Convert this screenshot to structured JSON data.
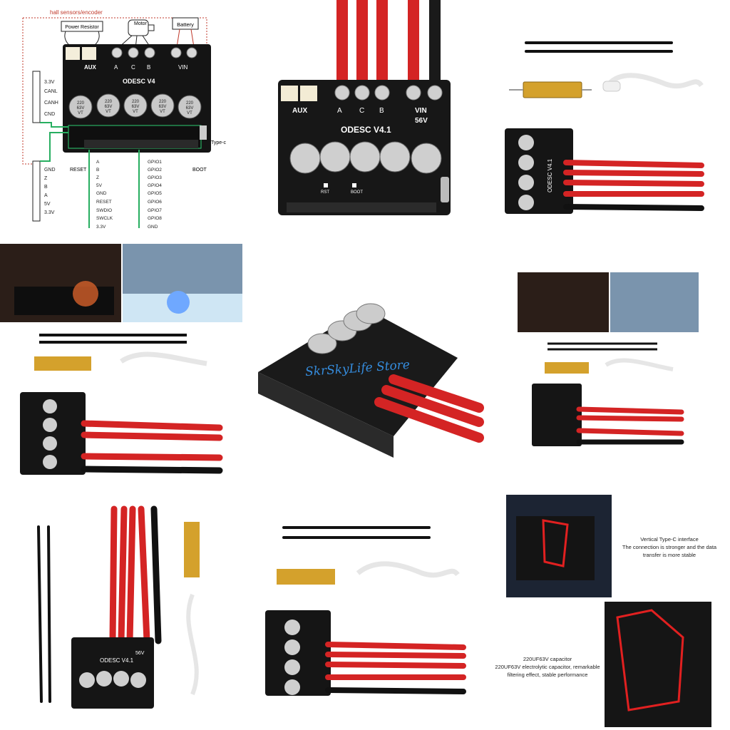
{
  "diagram": {
    "hall_label": "hall sensors/encoder",
    "power_resistor": "Power Resistor",
    "motor": "Motor",
    "battery": "Battery",
    "aux": "AUX",
    "phase_a": "A",
    "phase_c": "C",
    "phase_b": "B",
    "vin": "VIN",
    "board_title": "ODESC V4",
    "can_pins": [
      "3.3V",
      "CANL",
      "CANH",
      "CND"
    ],
    "enc_pins": [
      "GND",
      "Z",
      "B",
      "A",
      "5V",
      "3.3V"
    ],
    "reset": "RESET",
    "boot": "BOOT",
    "typec": "Type-c",
    "left_pins": [
      "A",
      "B",
      "Z",
      "5V",
      "GND",
      "RESET",
      "SWDIO",
      "SWCLK",
      "3.3V"
    ],
    "right_pins": [
      "GPIO1",
      "GPIO2",
      "GPIO3",
      "GPIO4",
      "GPIO5",
      "GPIO6",
      "GPIO7",
      "GPIO8",
      "GND"
    ],
    "cap_top": "220",
    "cap_mid": "63V",
    "cap_bot": "VT"
  },
  "board_large": {
    "aux": "AUX",
    "phases": [
      "A",
      "C",
      "B"
    ],
    "vin": "VIN",
    "voltage": "56V",
    "title": "ODESC V4.1",
    "rst": "RST",
    "boot": "BOOT"
  },
  "watermark": "SkrSkyLife Store",
  "captions": {
    "typec": [
      "Vertical Type-C interface",
      "The connection is stronger and the data",
      "transfer is more stable"
    ],
    "capacitor": [
      "220UF63V capacitor",
      "220UF63V electrolytic capacitor, remarkable",
      "filtering effect, stable performance"
    ]
  },
  "small_board_label": "ODESC V4.1",
  "small_board_voltage": "56V"
}
